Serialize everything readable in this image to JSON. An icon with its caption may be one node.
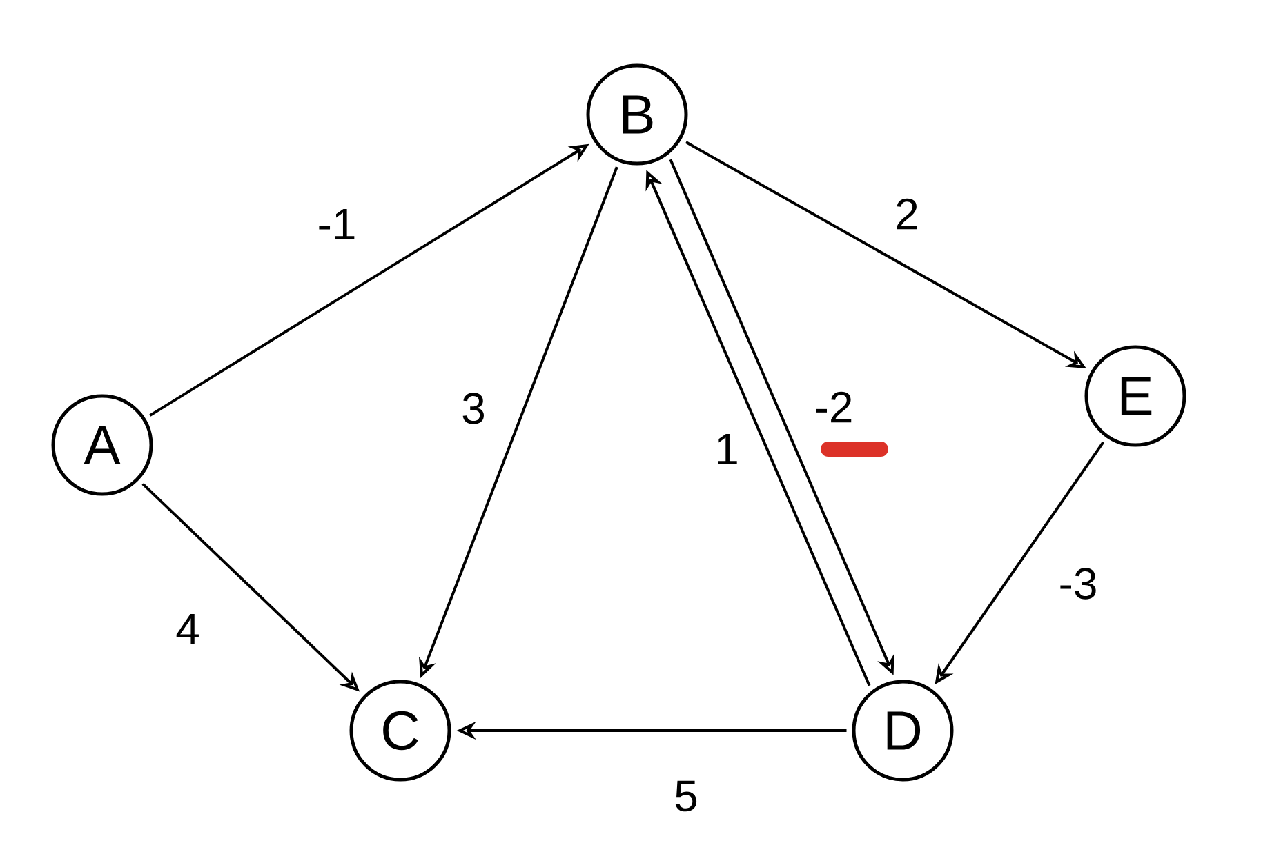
{
  "diagram": {
    "nodes": [
      {
        "text": [
          "A"
        ]
      },
      {
        "text": [
          "B"
        ]
      },
      {
        "text": [
          "C"
        ]
      },
      {
        "text": [
          "D"
        ]
      },
      {
        "text": [
          "E"
        ]
      }
    ],
    "edges": [
      {
        "from": 0,
        "to": 1,
        "arrow": "to",
        "label": "-1"
      },
      {
        "from": 0,
        "to": 2,
        "arrow": "to",
        "label": "4"
      },
      {
        "from": 1,
        "to": 2,
        "arrow": "to",
        "label": "3"
      },
      {
        "from": 1,
        "to": 4,
        "arrow": "to",
        "label": "2"
      },
      {
        "from": 1,
        "to": 3,
        "arrow": "to",
        "label": "-2"
      },
      {
        "from": 3,
        "to": 1,
        "arrow": "to",
        "label": "1"
      },
      {
        "from": 4,
        "to": 3,
        "arrow": "to",
        "label": "-3"
      },
      {
        "from": 3,
        "to": 2,
        "arrow": "to",
        "label": "5"
      }
    ]
  }
}
